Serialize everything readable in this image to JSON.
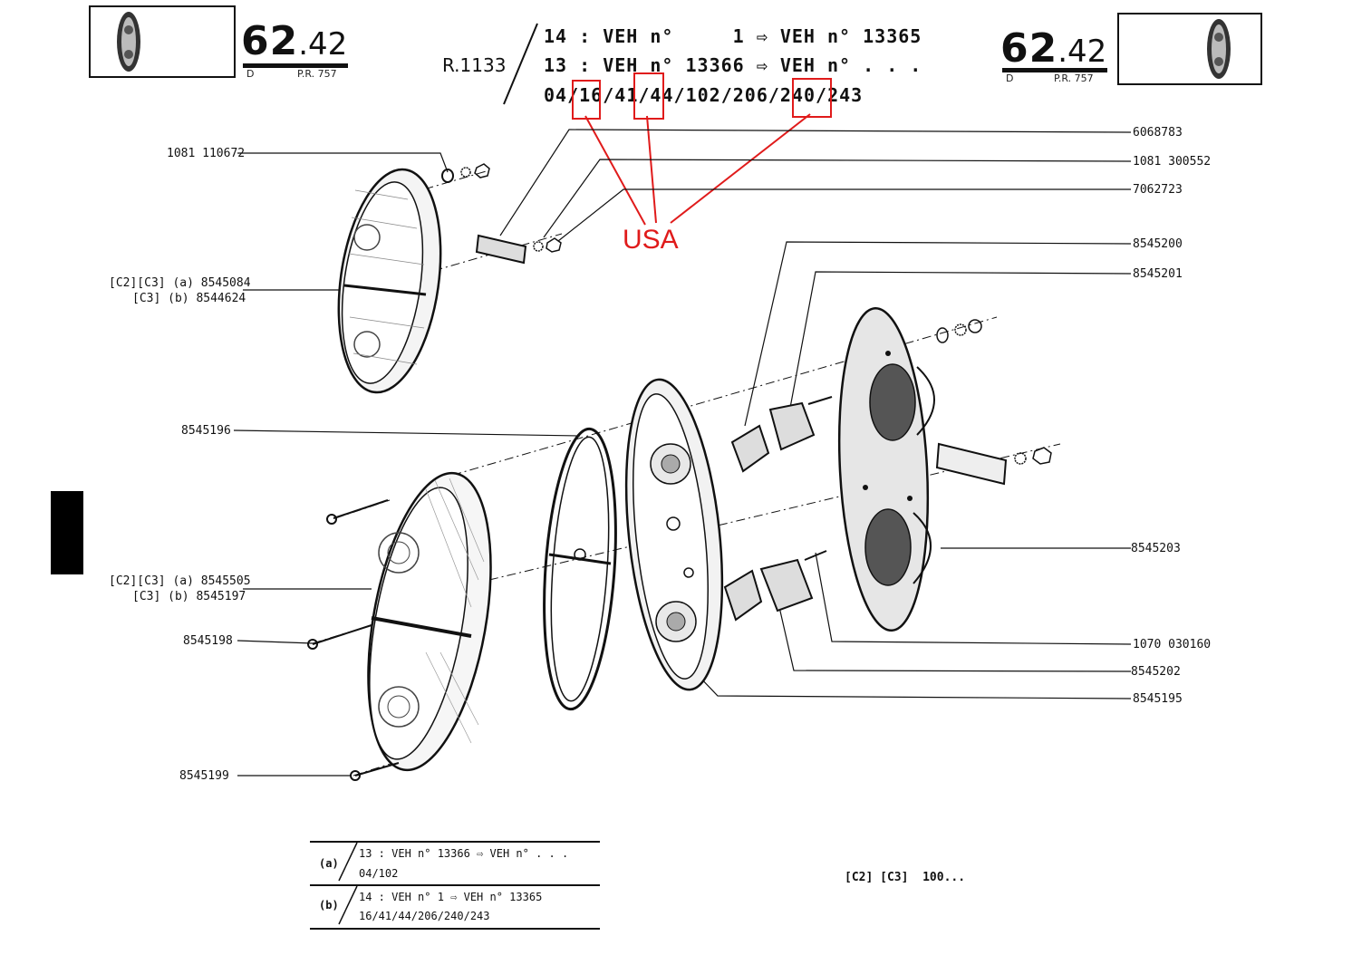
{
  "header": {
    "page_number_main": "62",
    "page_number_sub": ".42",
    "corner_letter": "D",
    "pr_code": "P.R. 757",
    "reference": "R.1133",
    "line1": "14 : VEH n°     1 ⇨ VEH n° 13365",
    "line2": "13 : VEH n° 13366 ⇨ VEH n° . . .",
    "codes": [
      "04",
      "16",
      "41",
      "44",
      "102",
      "206",
      "240",
      "243"
    ]
  },
  "annotation": {
    "label": "USA",
    "highlighted_codes": [
      "16",
      "44",
      "243"
    ],
    "color": "#e01b1b"
  },
  "parts_left": [
    {
      "id": "p-1081110672",
      "label": "1081 110672"
    },
    {
      "id": "p-8545084",
      "label": "[C2][C3] (a) 8545084"
    },
    {
      "id": "p-8544624",
      "label": "[C3] (b) 8544624"
    },
    {
      "id": "p-8545196",
      "label": "8545196"
    },
    {
      "id": "p-8545505",
      "label": "[C2][C3] (a) 8545505"
    },
    {
      "id": "p-8545197",
      "label": "[C3] (b) 8545197"
    },
    {
      "id": "p-8545198",
      "label": "8545198"
    },
    {
      "id": "p-8545199",
      "label": "8545199"
    }
  ],
  "parts_right": [
    {
      "id": "p-6068783",
      "label": "6068783"
    },
    {
      "id": "p-1081300552",
      "label": "1081 300552"
    },
    {
      "id": "p-7062723",
      "label": "7062723"
    },
    {
      "id": "p-8545200",
      "label": "8545200"
    },
    {
      "id": "p-8545201",
      "label": "8545201"
    },
    {
      "id": "p-8545203",
      "label": "8545203"
    },
    {
      "id": "p-1070030160",
      "label": "1070 030160"
    },
    {
      "id": "p-8545202",
      "label": "8545202"
    },
    {
      "id": "p-8545195",
      "label": "8545195"
    }
  ],
  "legend": {
    "rows": [
      {
        "key": "(a)",
        "line1": "13 : VEH n° 13366 ⇨ VEH n° . . .",
        "line2": "04/102"
      },
      {
        "key": "(b)",
        "line1": "14 : VEH n° 1 ⇨ VEH n° 13365",
        "line2": "16/41/44/206/240/243"
      }
    ]
  },
  "footnote": "[C2] [C3]  100..."
}
